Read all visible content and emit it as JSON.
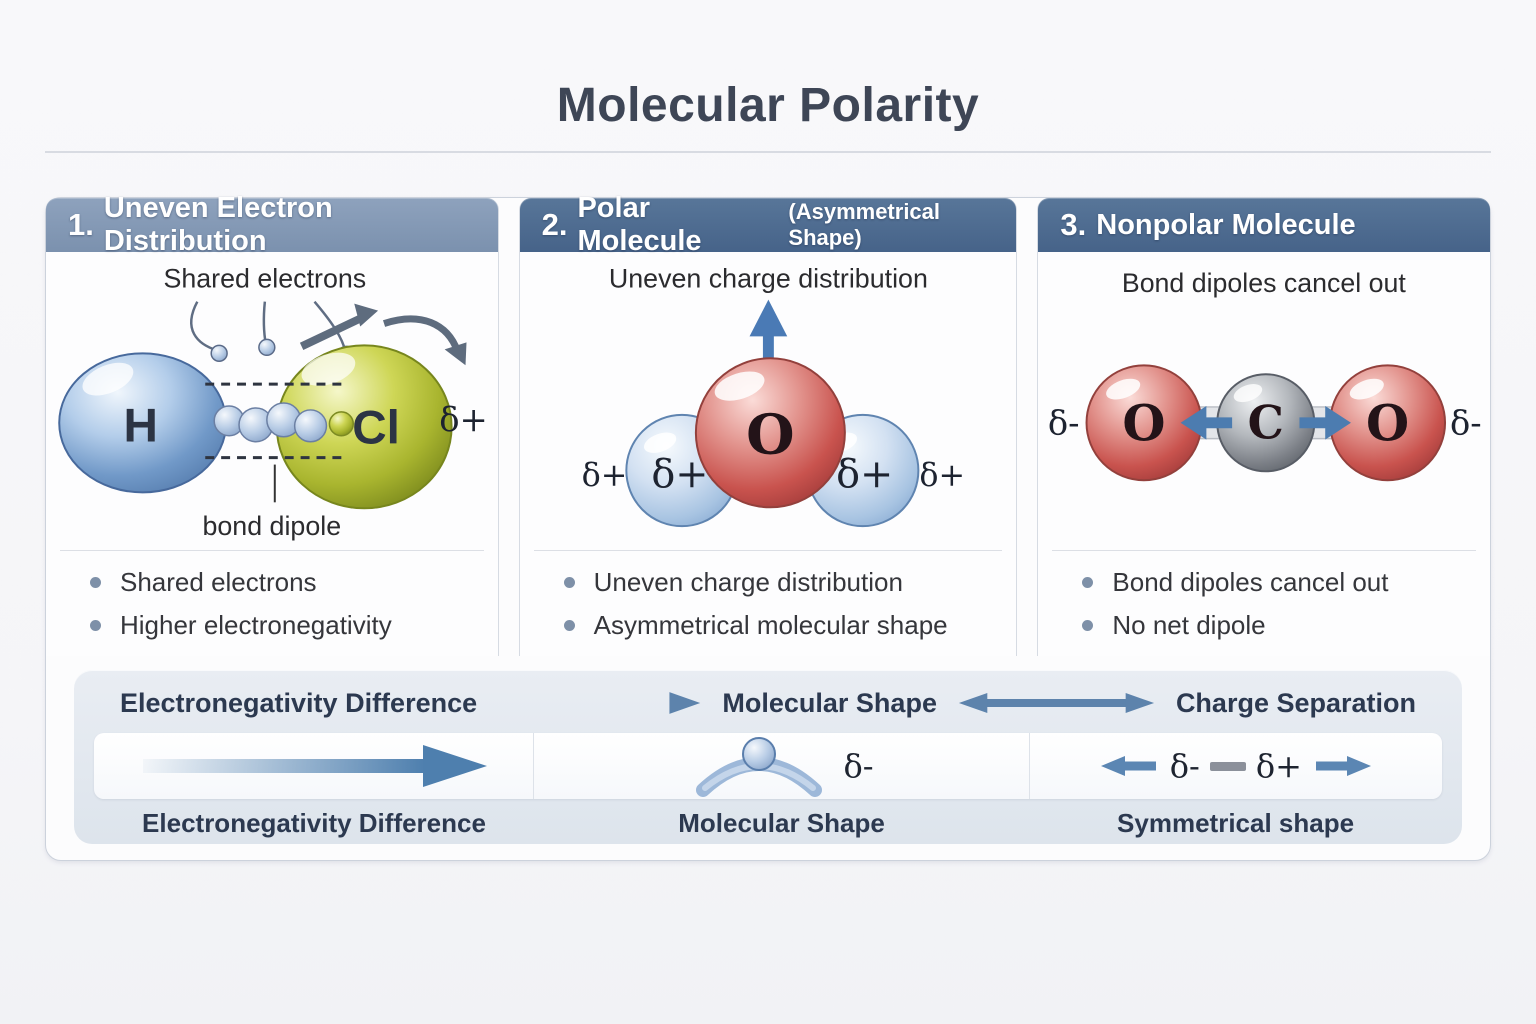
{
  "title": "Molecular Polarity",
  "panels": [
    {
      "number": "1.",
      "title": "Uneven Electron Distribution",
      "subtitle": "",
      "diagram": {
        "top_label": "Shared electrons",
        "left_atom": "H",
        "right_atom": "Cl",
        "bottom_label": "bond dipole",
        "charge_right": "δ+"
      },
      "bullets": {
        "b1": "Shared electrons",
        "b2": "Higher electronegativity"
      }
    },
    {
      "number": "2.",
      "title": "Polar Molecule",
      "subtitle": "(Asymmetrical Shape)",
      "diagram": {
        "top_label": "Uneven charge distribution",
        "center_atom": "O",
        "left_atom_charge": "δ+",
        "right_atom_charge": "δ+",
        "outer_left_charge": "δ+",
        "outer_right_charge": "δ+"
      },
      "bullets": {
        "b1": "Uneven charge distribution",
        "b2": "Asymmetrical molecular shape"
      }
    },
    {
      "number": "3.",
      "title": "Nonpolar Molecule",
      "subtitle": "",
      "diagram": {
        "top_label": "Bond dipoles cancel out",
        "left_atom": "O",
        "center_atom": "C",
        "right_atom": "O",
        "outer_left_charge": "δ-",
        "outer_right_charge": "δ-"
      },
      "bullets": {
        "b1": "Bond dipoles cancel out",
        "b2": "No net dipole"
      }
    }
  ],
  "flow": {
    "row1": {
      "left": "Electronegativity Difference",
      "middle": "Molecular Shape",
      "right": "Charge Separation"
    },
    "row2": {
      "middle_charge": "δ-",
      "right_charge_neg": "δ-",
      "right_charge_pos": "δ+"
    },
    "row3": {
      "left": "Electronegativity Difference",
      "middle": "Molecular Shape",
      "right": "Symmetrical shape"
    }
  },
  "colors": {
    "header_light_blue": "#8095b2",
    "header_dark_blue": "#4a678f",
    "arrow_blue": "#4e7fae",
    "arrow_gray": "#5e6c7e",
    "oxygen_red": "#c9534e",
    "chlorine_olive": "#a9b52f",
    "hydrogen_blue": "#7199c8",
    "carbon_gray": "#7c8087",
    "band_background": "#e4e9f0"
  }
}
